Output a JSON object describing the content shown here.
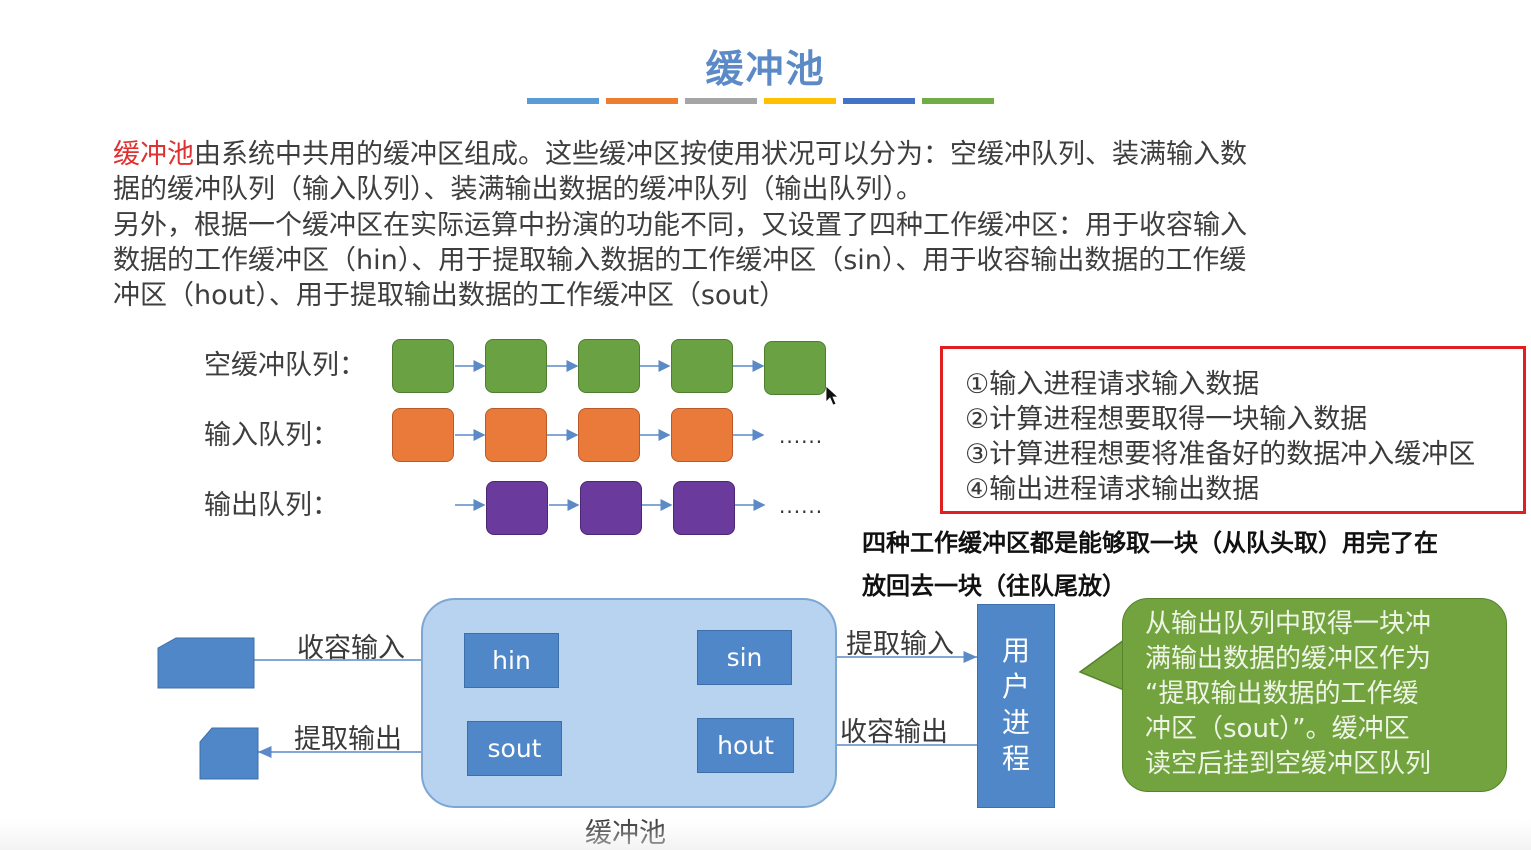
{
  "title": "缓冲池",
  "title_bar_colors": [
    "#5b9bd5",
    "#ed7d31",
    "#a5a5a5",
    "#ffc000",
    "#4472c4",
    "#70ad47"
  ],
  "paragraph1": {
    "highlight": "缓冲池",
    "line1_rest": "由系统中共用的缓冲区组成。这些缓冲区按使用状况可以分为：空缓冲队列、装满输入数",
    "line2": "据的缓冲队列（输入队列）、装满输出数据的缓冲队列（输出队列）。"
  },
  "paragraph2": {
    "line1": "另外，根据一个缓冲区在实际运算中扮演的功能不同，又设置了四种工作缓冲区：用于收容输入",
    "line2": "数据的工作缓冲区（hin）、用于提取输入数据的工作缓冲区（sin）、用于收容输出数据的工作缓",
    "line3": "冲区（hout）、用于提取输出数据的工作缓冲区（sout）"
  },
  "queues": {
    "empty_label": "空缓冲队列：",
    "input_label": "输入队列：",
    "output_label": "输出队列：",
    "ellipsis": "......"
  },
  "legend": {
    "item1": "①输入进程请求输入数据",
    "item2": "②计算进程想要取得一块输入数据",
    "item3": "③计算进程想要将准备好的数据冲入缓冲区",
    "item4": "④输出进程请求输出数据"
  },
  "note": {
    "line1": "四种工作缓冲区都是能够取一块（从队头取）用完了在",
    "line2": "放回去一块（往队尾放）"
  },
  "diagram": {
    "hin": "hin",
    "sin": "sin",
    "sout": "sout",
    "hout": "hout",
    "collect_input": "收容输入",
    "extract_input": "提取输入",
    "extract_output": "提取输出",
    "collect_output": "收容输出",
    "user_process": "用户进程",
    "pool_label": "缓冲池"
  },
  "callout": {
    "line1": "从输出队列中取得一块冲",
    "line2": "满输出数据的缓冲区作为",
    "line3": "“提取输出数据的工作缓",
    "line4": "冲区（sout）”。缓冲区",
    "line5": "读空后挂到空缓冲区队列"
  },
  "colors": {
    "empty_buffer": "#6aa243",
    "input_buffer": "#ea7a3a",
    "output_buffer": "#6a3a9c",
    "work_buffer": "#4f87c9",
    "pool_bg": "#b7d3ef",
    "callout_bg": "#72a33e",
    "legend_border": "#e02020",
    "highlight_text": "#e03030"
  }
}
